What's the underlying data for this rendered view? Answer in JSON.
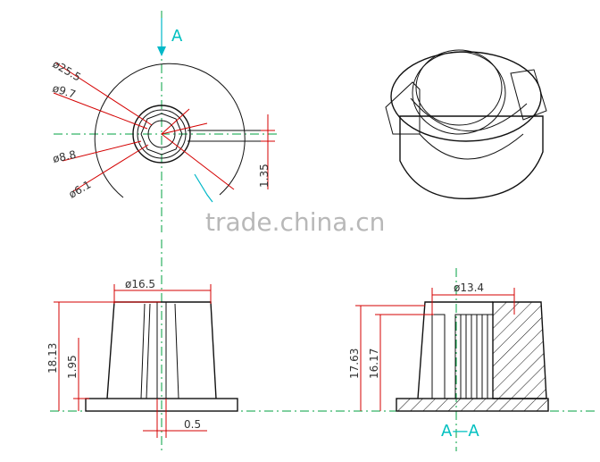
{
  "section_label_top": "A",
  "section_label_bottom": "A—A",
  "watermark": "trade.china.cn",
  "dimensions": {
    "top_view_outer": "ø25.5",
    "top_view_mid": "ø9.7",
    "top_view_bore": "ø8.8",
    "top_view_inner": "ø6.1",
    "top_view_flat": "1.35",
    "front_view_diameter": "ø16.5",
    "front_view_height": "18.13",
    "front_view_base": "1.95",
    "front_view_gap": "0.5",
    "section_diameter": "ø13.4",
    "section_height_total": "17.63",
    "section_height_inner": "16.17"
  },
  "colors": {
    "dimension_line": "#d40000",
    "outline": "#111111",
    "centerline": "#00a040",
    "section_marker": "#00b8c8"
  }
}
